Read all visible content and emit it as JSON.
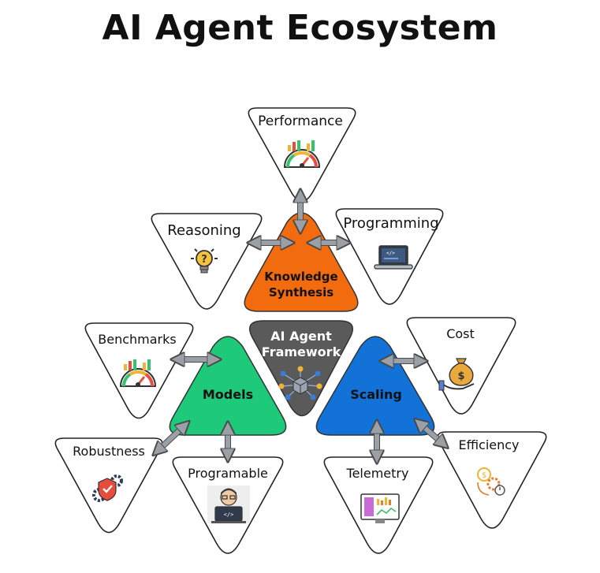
{
  "title": "AI Agent Ecosystem",
  "center": {
    "label_line1": "AI Agent",
    "label_line2": "Framework",
    "color": "#5a5a5a",
    "icon": "network-cube-icon"
  },
  "hubs": {
    "knowledge": {
      "label_line1": "Knowledge",
      "label_line2": "Synthesis",
      "color": "#f26b0f"
    },
    "models": {
      "label": "Models",
      "color": "#1ec97a"
    },
    "scaling": {
      "label": "Scaling",
      "color": "#1272d8"
    }
  },
  "nodes": {
    "performance": {
      "label": "Performance",
      "icon": "gauge-icon"
    },
    "reasoning": {
      "label": "Reasoning",
      "icon": "lightbulb-icon"
    },
    "programming": {
      "label": "Programming",
      "icon": "laptop-code-icon"
    },
    "benchmarks": {
      "label": "Benchmarks",
      "icon": "gauge-icon"
    },
    "robustness": {
      "label": "Robustness",
      "icon": "shield-gear-icon"
    },
    "programable": {
      "label": "Programable",
      "icon": "developer-icon"
    },
    "cost": {
      "label": "Cost",
      "icon": "money-bag-icon"
    },
    "efficiency": {
      "label": "Efficiency",
      "icon": "efficiency-gears-icon"
    },
    "telemetry": {
      "label": "Telemetry",
      "icon": "dashboard-icon"
    }
  }
}
